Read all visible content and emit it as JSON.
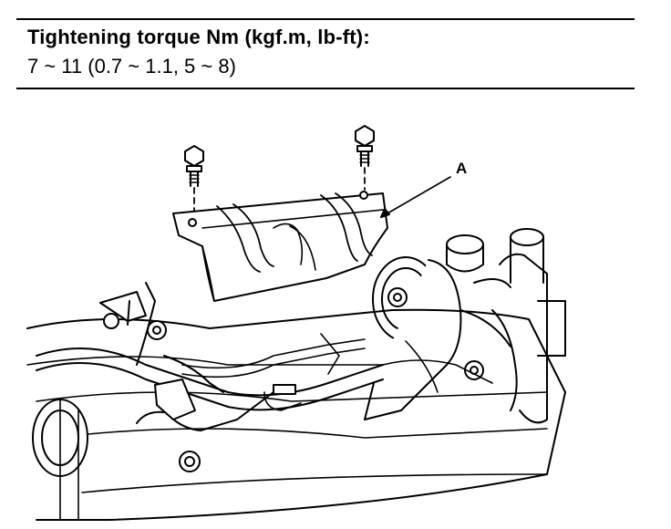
{
  "spec": {
    "title": "Tightening torque Nm (kgf.m, lb-ft):",
    "value": "7 ~ 11 (0.7 ~ 1.1, 5 ~ 8)"
  },
  "diagram": {
    "callout_label": "A",
    "stroke_color": "#000000",
    "background_color": "#ffffff"
  }
}
